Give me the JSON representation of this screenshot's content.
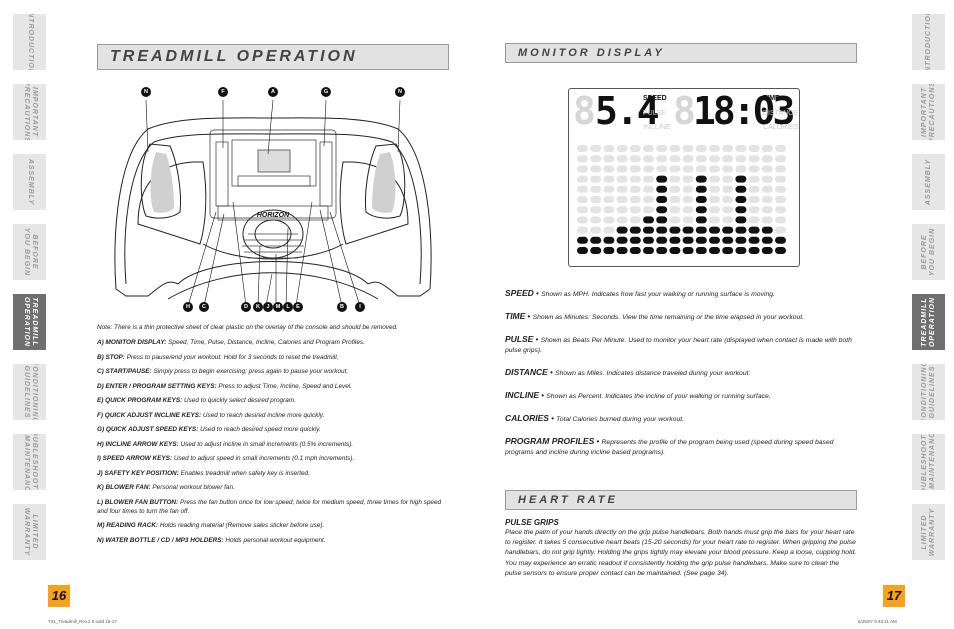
{
  "nav_tabs_left": [
    {
      "label": "INTRODUCTION",
      "active": false
    },
    {
      "label": "IMPORTANT\nPRECAUTIONS",
      "active": false
    },
    {
      "label": "ASSEMBLY",
      "active": false
    },
    {
      "label": "BEFORE\nYOU BEGIN",
      "active": false
    },
    {
      "label": "TREADMILL\nOPERATION",
      "active": true
    },
    {
      "label": "CONDITIONING\nGUIDELINES",
      "active": false
    },
    {
      "label": "TROUBLESHOOTING\n& MAINTENANCE",
      "active": false
    },
    {
      "label": "LIMITED\nWARRANTY",
      "active": false
    }
  ],
  "nav_tabs_right": [
    {
      "label": "INTRODUCTION",
      "active": false
    },
    {
      "label": "IMPORTANT\nPRECAUTIONS",
      "active": false
    },
    {
      "label": "ASSEMBLY",
      "active": false
    },
    {
      "label": "BEFORE\nYOU BEGIN",
      "active": false
    },
    {
      "label": "TREADMILL\nOPERATION",
      "active": true
    },
    {
      "label": "CONDITIONING\nGUIDELINES",
      "active": false
    },
    {
      "label": "TROUBLESHOOTING\n& MAINTENANCE",
      "active": false
    },
    {
      "label": "LIMITED\nWARRANTY",
      "active": false
    }
  ],
  "left_page": {
    "title": "TREADMILL OPERATION",
    "page_number": "16",
    "diagram": {
      "brand": "HORIZON",
      "top_callouts": [
        "N",
        "F",
        "A",
        "G",
        "N"
      ],
      "bottom_callouts": [
        "H",
        "C",
        "D",
        "K",
        "J",
        "M",
        "L",
        "E",
        "B",
        "I"
      ]
    },
    "note": "Note: There is a thin protective sheet of clear plastic on the overlay of the console and should be removed.",
    "items": [
      {
        "key": "A) MONITOR DISPLAY:",
        "text": " Speed, Time, Pulse, Distance, Incline, Calories and Program Profiles."
      },
      {
        "key": "B) STOP:",
        "text": " Press to pause/end your workout. Hold for 3 seconds to reset the treadmill."
      },
      {
        "key": "C) START/PAUSE:",
        "text": " Simply press to begin exercising; press again to pause your workout."
      },
      {
        "key": "D) ENTER / PROGRAM SETTING KEYS:",
        "text": " Press to adjust Time, Incline, Speed and Level."
      },
      {
        "key": "E) QUICK PROGRAM KEYS:",
        "text": " Used to quickly select desired program."
      },
      {
        "key": "F) QUICK ADJUST INCLINE KEYS:",
        "text": " Used to reach desired incline more quickly."
      },
      {
        "key": "G) QUICK ADJUST SPEED KEYS:",
        "text": " Used to reach desired speed more quickly."
      },
      {
        "key": "H) INCLINE ARROW KEYS:",
        "text": " Used to adjust incline in small increments (0.5% increments)."
      },
      {
        "key": "I) SPEED ARROW KEYS:",
        "text": " Used to adjust speed in small increments (0.1 mph increments)."
      },
      {
        "key": "J) SAFETY KEY POSITION:",
        "text": " Enables treadmill when safety key is inserted."
      },
      {
        "key": "K) BLOWER FAN:",
        "text": " Personal workout blower fan."
      },
      {
        "key": "L) BLOWER FAN BUTTON:",
        "text": " Press the fan button once for low speed, twice for medium speed, three times for high speed and four times to turn the fan off."
      },
      {
        "key": "M) READING RACK:",
        "text": " Holds reading material (Remove sales sticker before use)."
      },
      {
        "key": "N) WATER BOTTLE / CD / MP3 HOLDERS:",
        "text": " Holds personal workout equipment."
      }
    ],
    "footer": "T41_Treadmill_Rev.2.0.indd   16-17"
  },
  "right_page": {
    "monitor_title": "MONITOR DISPLAY",
    "lcd": {
      "speed_value": "5.4",
      "time_value": "18:03",
      "left_labels": [
        "SPEED",
        "PULSE",
        "INCLINE"
      ],
      "right_labels": [
        "TIME",
        "DISTANCE",
        "CALORIES"
      ],
      "profile_bars": [
        2,
        2,
        2,
        3,
        3,
        4,
        8,
        3,
        3,
        8,
        3,
        3,
        8,
        3,
        3,
        2
      ]
    },
    "definitions": [
      {
        "key": "SPEED",
        "text": "Shown as MPH. Indicates how fast your walking or running surface is moving."
      },
      {
        "key": "TIME",
        "text": "Shown as Minutes: Seconds. View the time remaining or the time elapsed in your workout."
      },
      {
        "key": "PULSE",
        "text": "Shown as Beats Per Minute.  Used to monitor your heart rate (displayed when contact is made with both pulse grips)."
      },
      {
        "key": "DISTANCE",
        "text": "Shown as Miles. Indicates distance traveled during your workout."
      },
      {
        "key": "INCLINE",
        "text": "Shown as Percent. Indicates the incline of your walking or running surface."
      },
      {
        "key": "CALORIES",
        "text": "Total Calories burned during your workout."
      },
      {
        "key": "PROGRAM PROFILES",
        "text": "Represents the profile of the program being used (speed during speed based programs and incline during incline based programs)."
      }
    ],
    "heart_rate_title": "HEART RATE",
    "pulse_grips_heading": "PULSE GRIPS",
    "pulse_grips_text": "Place the palm of your hands directly on the grip pulse handlebars. Both hands must grip the bars for your heart rate to register. It takes 5 consecutive heart beats (15-20 seconds) for your heart rate to register. When gripping the pulse handlebars, do not grip tightly. Holding the grips tightly may elevate your blood pressure. Keep a loose, cupping hold. You may experience an erratic readout if consistently holding the grip pulse handlebars. Make sure to clean the pulse sensors to ensure proper contact can be maintained. (See page 34).",
    "page_number": "17",
    "footer": "6/25/07   8:43:11 AM"
  }
}
